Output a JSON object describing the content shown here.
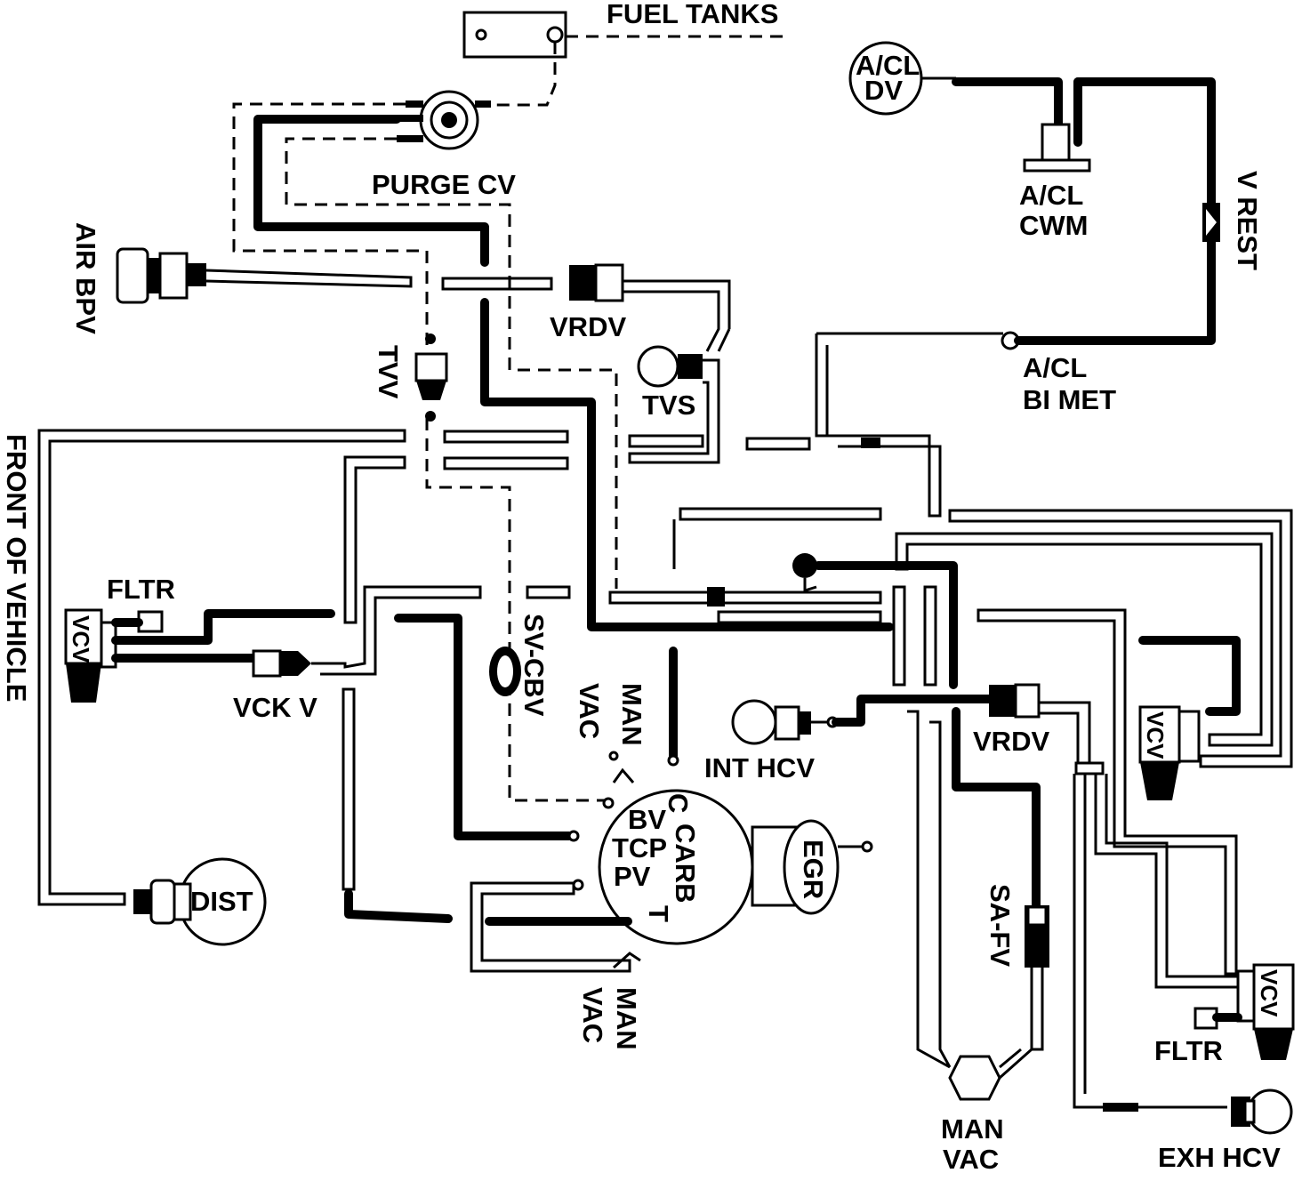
{
  "labels": {
    "fuel_tanks": "FUEL TANKS",
    "purge_cv": "PURGE CV",
    "air_bpv": "AIR BPV",
    "vrdv_top": "VRDV",
    "tvv": "TVV",
    "tvs": "TVS",
    "front_of_vehicle": "FRONT OF VEHICLE",
    "fltr_left": "FLTR",
    "vcv_left": "VCV",
    "vck_v": "VCK V",
    "sv_cbv": "SV-CBV",
    "man_vac_mid_1": "MAN",
    "man_vac_mid_2": "VAC",
    "dist": "DIST",
    "bv": "BV",
    "tcp": "TCP",
    "pv": "PV",
    "c": "C",
    "carb": "CARB",
    "t": "T",
    "egr": "EGR",
    "man_vac_low_1": "MAN",
    "man_vac_low_2": "VAC",
    "int_hcv_1": "INT HCV",
    "vrdv_low": "VRDV",
    "sa_fv": "SA-FV",
    "man_vac_bot_1": "MAN",
    "man_vac_bot_2": "VAC",
    "acl_dv_1": "A/CL",
    "acl_dv_2": "DV",
    "acl_cwm_1": "A/CL",
    "acl_cwm_2": "CWM",
    "v_rest": "V REST",
    "acl_bimet_1": "A/CL",
    "acl_bimet_2": "BI MET",
    "vcv_right_mid": "VCV",
    "vcv_right_low": "VCV",
    "fltr_right": "FLTR",
    "exh_hcv": "EXH HCV"
  }
}
